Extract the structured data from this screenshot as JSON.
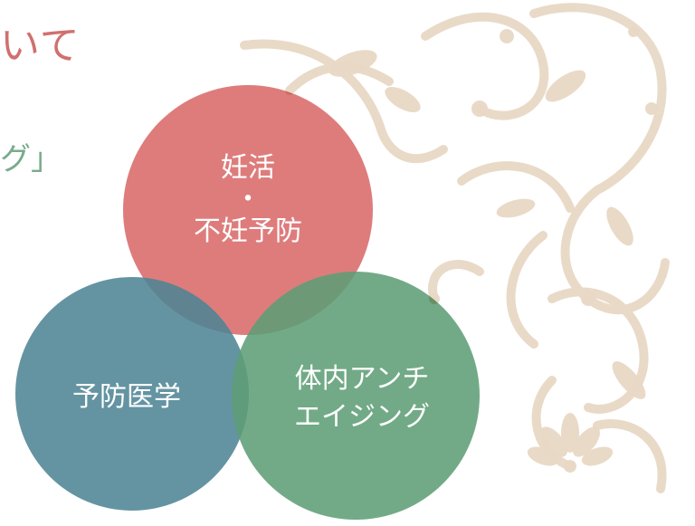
{
  "header": {
    "title_fragment": "いて",
    "subtitle_fragment": "グ」"
  },
  "venn": {
    "circles": [
      {
        "id": "top",
        "lines": [
          "妊活",
          "・",
          "不妊予防"
        ],
        "color": "#d96a6a"
      },
      {
        "id": "left",
        "lines": [
          "予防医学"
        ],
        "color": "#4f8595"
      },
      {
        "id": "right",
        "lines": [
          "体内アンチ",
          "エイジング"
        ],
        "color": "#5f9e76"
      }
    ]
  },
  "decoration": {
    "ornament_color": "#e8d9c6",
    "ornament_icon": "floral-flourish-icon"
  }
}
